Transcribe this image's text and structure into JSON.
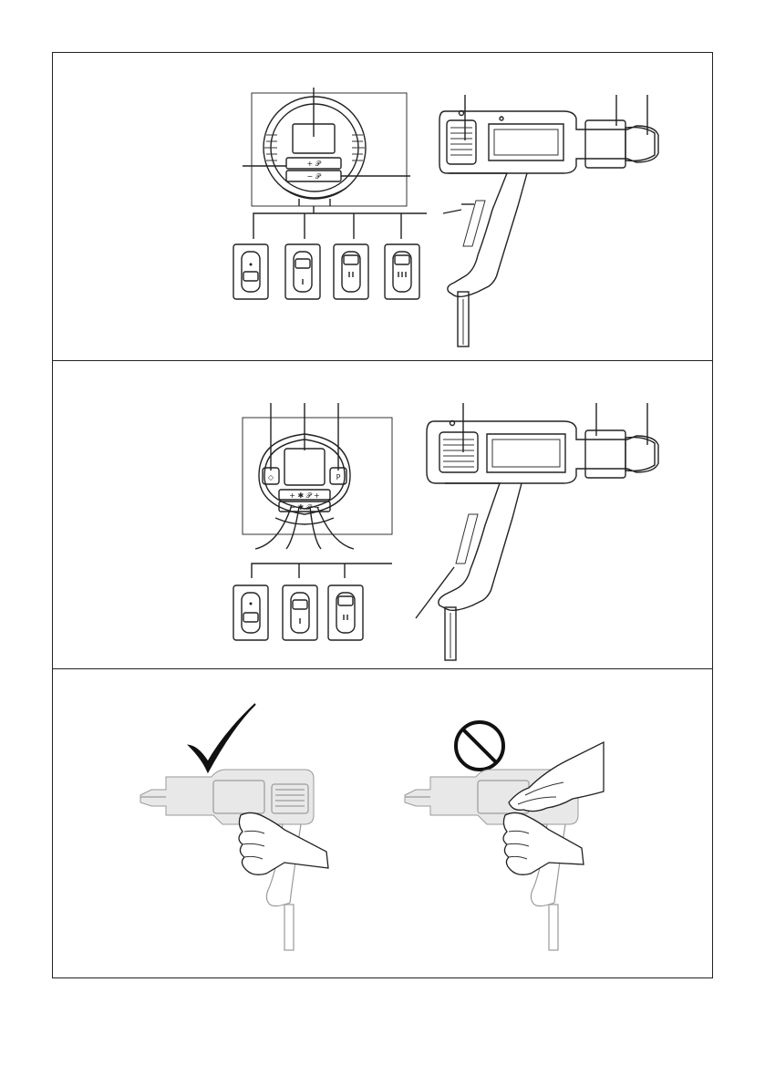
{
  "figure": {
    "panels": [
      {
        "id": "model-a",
        "display": {
          "plus_button": "+ 𝒫",
          "minus_button": "− 𝒫"
        },
        "switch_positions": [
          "0",
          "I",
          "II",
          "III"
        ]
      },
      {
        "id": "model-b",
        "display": {
          "left_button": "◇",
          "right_button": "P",
          "plus_row": "+ ✱   𝒫 +",
          "minus_row": "− ✱   𝒫 −"
        },
        "switch_positions": [
          "0",
          "I",
          "II"
        ]
      },
      {
        "id": "usage",
        "correct_mark": "checkmark-icon",
        "wrong_mark": "prohibited-icon"
      }
    ]
  },
  "colors": {
    "line": "#222222",
    "faded": "#9a9a9a"
  }
}
